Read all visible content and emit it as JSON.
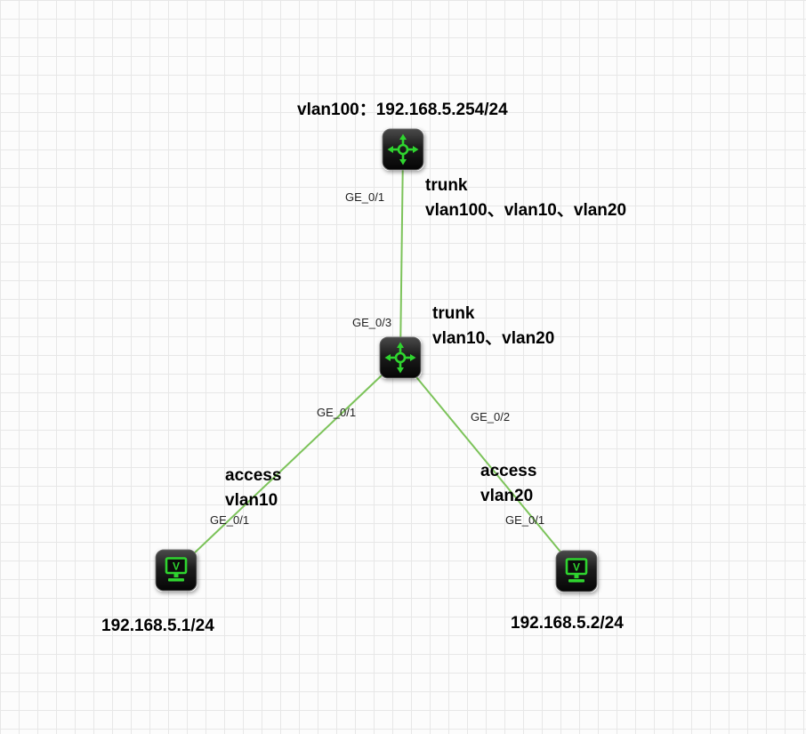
{
  "colors": {
    "link": "#7cc35a",
    "device_green": "#2fd42f",
    "device_body": "#1a1a1a",
    "grid_line": "#e7e7e7",
    "canvas_bg": "#fcfcfc",
    "annotation_text": "#000000",
    "port_text": "#222222"
  },
  "diagram": {
    "nodes": [
      {
        "id": "switch-top",
        "type": "switch",
        "annotation": "vlan100：192.168.5.254/24"
      },
      {
        "id": "switch-middle",
        "type": "switch"
      },
      {
        "id": "pc-left",
        "type": "pc",
        "annotation": "192.168.5.1/24"
      },
      {
        "id": "pc-right",
        "type": "pc",
        "annotation": "192.168.5.2/24"
      }
    ],
    "links": [
      {
        "from": "switch-top",
        "to": "switch-middle",
        "port_from": "GE_0/1",
        "port_to": "GE_0/3",
        "label_from": {
          "mode": "trunk",
          "vlans": "vlan100、vlan10、vlan20"
        },
        "label_to": {
          "mode": "trunk",
          "vlans": "vlan10、vlan20"
        }
      },
      {
        "from": "switch-middle",
        "to": "pc-left",
        "port_from": "GE_0/1",
        "port_to": "GE_0/1",
        "label": {
          "mode": "access",
          "vlans": "vlan10"
        }
      },
      {
        "from": "switch-middle",
        "to": "pc-right",
        "port_from": "GE_0/2",
        "port_to": "GE_0/1",
        "label": {
          "mode": "access",
          "vlans": "vlan20"
        }
      }
    ]
  }
}
